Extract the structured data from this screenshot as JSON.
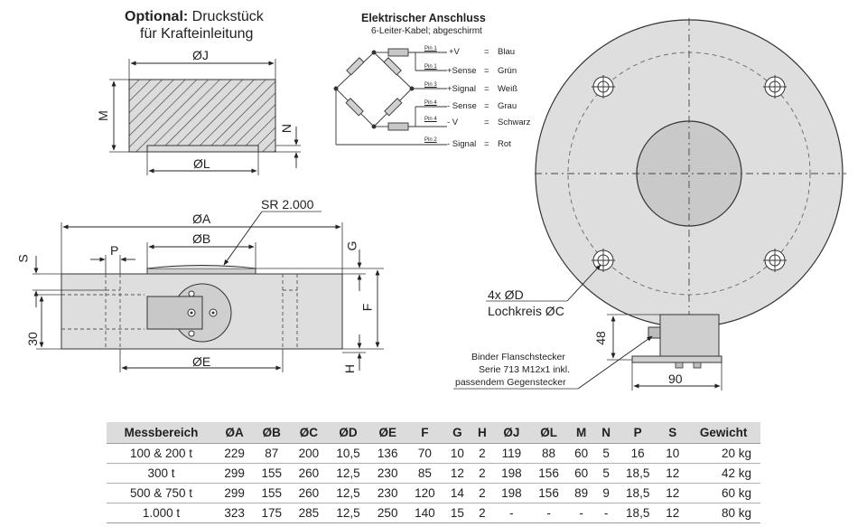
{
  "optional": {
    "title_bold": "Optional:",
    "title_rest": "Druckstück",
    "title_line2": "für Krafteinleitung",
    "dim_J": "ØJ",
    "dim_M": "M",
    "dim_N": "N",
    "dim_L": "ØL"
  },
  "electrical": {
    "title": "Elektrischer Anschluss",
    "subtitle": "6-Leiter-Kabel; abgeschirmt",
    "pins": [
      {
        "pin": "Pin 1",
        "signal": "+V",
        "color": "Blau"
      },
      {
        "pin": "Pin 1",
        "signal": "+Sense",
        "color": "Grün"
      },
      {
        "pin": "Pin 3",
        "signal": "+Signal",
        "color": "Weiß"
      },
      {
        "pin": "Pin 4",
        "signal": "- Sense",
        "color": "Grau"
      },
      {
        "pin": "Pin 4",
        "signal": "- V",
        "color": "Schwarz"
      },
      {
        "pin": "Pin 2",
        "signal": "- Signal",
        "color": "Rot"
      }
    ],
    "equals": "="
  },
  "side_view": {
    "dim_A": "ØA",
    "dim_B": "ØB",
    "radius": "SR 2.000",
    "dim_P": "P",
    "dim_S": "S",
    "dim_G": "G",
    "dim_F": "F",
    "dim_H": "H",
    "dim_30": "30",
    "dim_E": "ØE"
  },
  "top_view": {
    "holes_label": "4x ØD",
    "circle_label": "Lochkreis ØC",
    "dim_48": "48",
    "dim_90": "90",
    "connector_line1": "Binder Flanschstecker",
    "connector_line2": "Serie 713 M12x1 inkl.",
    "connector_line3": "passendem Gegenstecker"
  },
  "table": {
    "headers": [
      "Messbereich",
      "ØA",
      "ØB",
      "ØC",
      "ØD",
      "ØE",
      "F",
      "G",
      "H",
      "ØJ",
      "ØL",
      "M",
      "N",
      "P",
      "S",
      "Gewicht"
    ],
    "rows": [
      [
        "100 & 200 t",
        "229",
        "87",
        "200",
        "10,5",
        "136",
        "70",
        "10",
        "2",
        "119",
        "88",
        "60",
        "5",
        "16",
        "10",
        "20 kg"
      ],
      [
        "300 t",
        "299",
        "155",
        "260",
        "12,5",
        "230",
        "85",
        "12",
        "2",
        "198",
        "156",
        "60",
        "5",
        "18,5",
        "12",
        "42 kg"
      ],
      [
        "500 & 750 t",
        "299",
        "155",
        "260",
        "12,5",
        "230",
        "120",
        "14",
        "2",
        "198",
        "156",
        "89",
        "9",
        "18,5",
        "12",
        "60 kg"
      ],
      [
        "1.000 t",
        "323",
        "175",
        "285",
        "12,5",
        "250",
        "140",
        "15",
        "2",
        "-",
        "-",
        "-",
        "-",
        "18,5",
        "12",
        "80 kg"
      ]
    ]
  },
  "colors": {
    "body_gray": "#dedede",
    "table_header": "#dcdcdc",
    "line": "#333333"
  }
}
